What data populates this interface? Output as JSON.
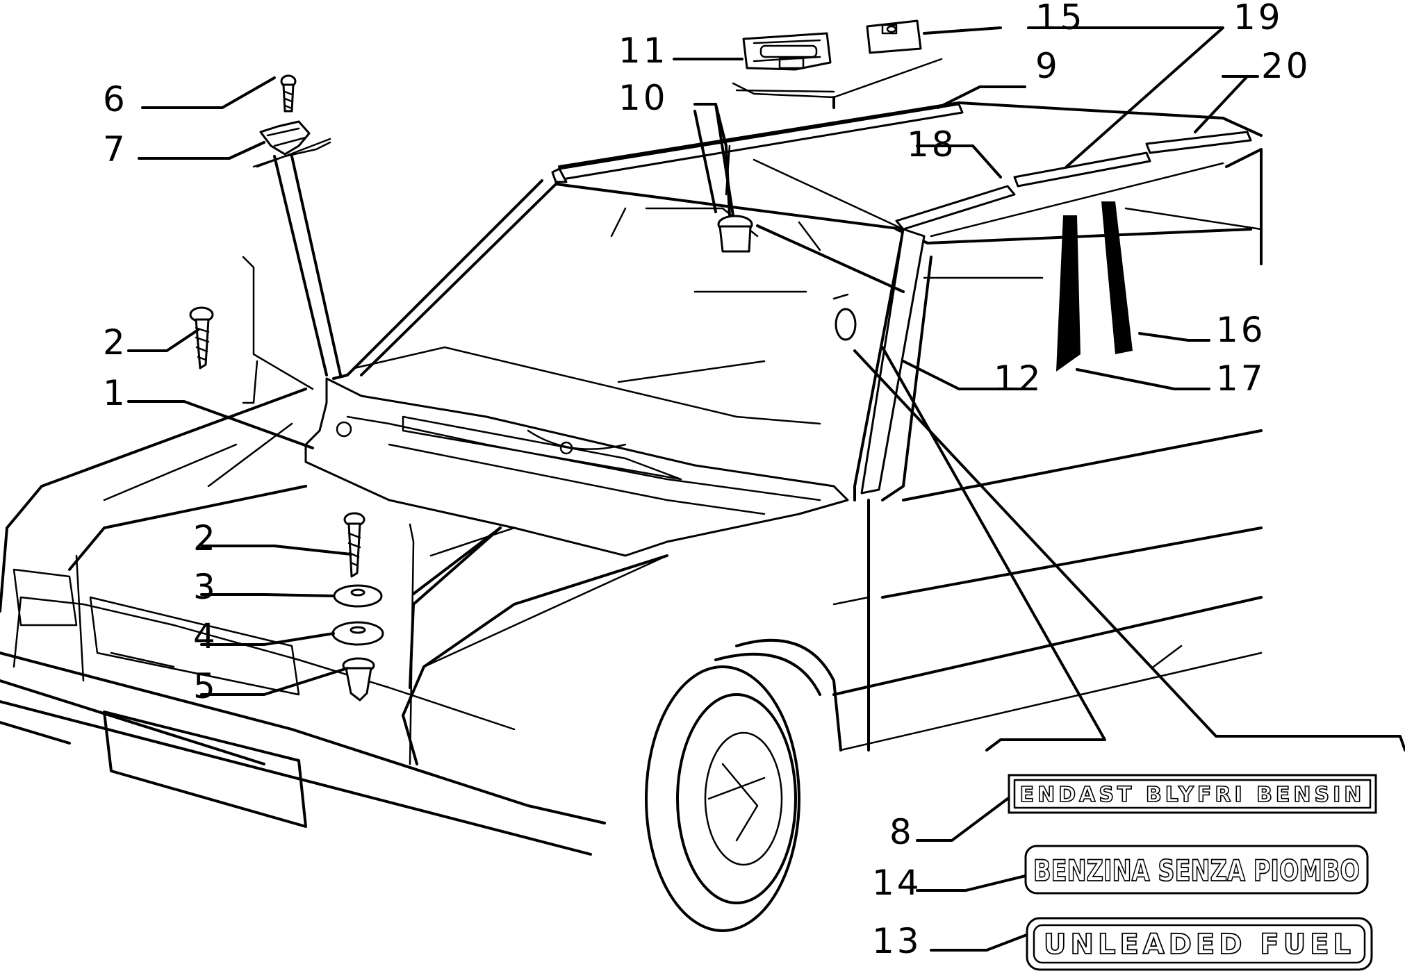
{
  "callouts": {
    "c1": "1",
    "c2a": "2",
    "c2b": "2",
    "c3": "3",
    "c4": "4",
    "c5": "5",
    "c6": "6",
    "c7": "7",
    "c8": "8",
    "c9": "9",
    "c10": "10",
    "c11": "11",
    "c12": "12",
    "c13": "13",
    "c14": "14",
    "c15": "15",
    "c16": "16",
    "c17": "17",
    "c18": "18",
    "c19": "19",
    "c20": "20"
  },
  "decals": {
    "swedish": "ENDAST BLYFRI BENSIN",
    "italian": "BENZINA SENZA PIOMBO",
    "english": "UNLEADED FUEL"
  },
  "colors": {
    "ink": "#000000",
    "paper": "#ffffff"
  }
}
